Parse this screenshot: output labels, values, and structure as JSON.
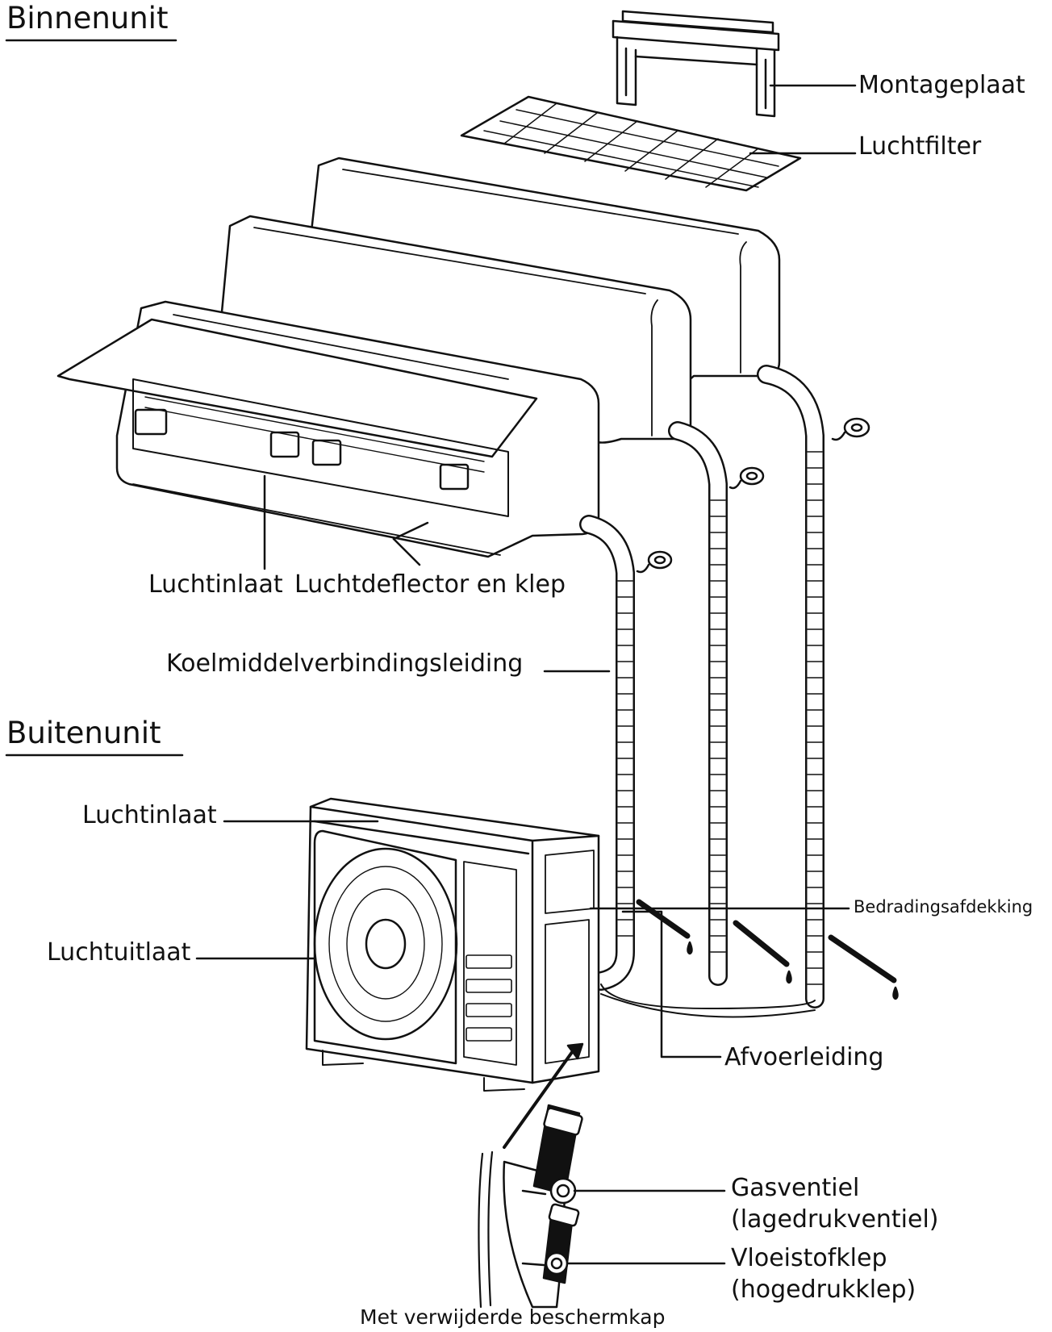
{
  "sections": {
    "indoor": "Binnenunit",
    "outdoor": "Buitenunit"
  },
  "labels": {
    "mounting_plate": "Montageplaat",
    "air_filter": "Luchtfilter",
    "indoor_air_inlet": "Luchtinlaat",
    "air_deflector": "Luchtdeflector en klep",
    "refrigerant_pipe": "Koelmiddelverbindingsleiding",
    "outdoor_air_inlet": "Luchtinlaat",
    "air_outlet": "Luchtuitlaat",
    "wiring_cover": "Bedradingsafdekking",
    "drain_pipe": "Afvoerleiding",
    "gas_valve_line1": "Gasventiel",
    "gas_valve_line2": "(lagedrukventiel)",
    "liquid_valve_line1": "Vloeistofklep",
    "liquid_valve_line2": "(hogedrukklep)",
    "cap_removed": "Met verwijderde beschermkap"
  },
  "colors": {
    "line": "#111111",
    "background": "#ffffff"
  }
}
